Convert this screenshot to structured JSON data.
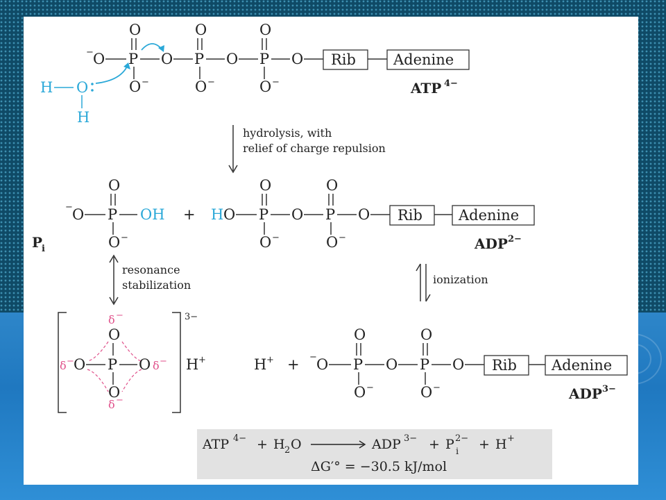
{
  "atp": {
    "o": "O",
    "p": "P",
    "o_minus": "O",
    "minus": "−",
    "rib": "Rib",
    "adenine": "Adenine",
    "label": "ATP",
    "label_charge": "4−",
    "water_h": "H",
    "water_o": "O"
  },
  "step1": {
    "line1": "hydrolysis, with",
    "line2": "relief of charge repulsion"
  },
  "pi": {
    "oh": "OH",
    "label": "P",
    "label_sub": "i",
    "plus": "+"
  },
  "adp2": {
    "h": "H",
    "label": "ADP",
    "label_charge": "2−"
  },
  "step2": {
    "line1": "resonance",
    "line2": "stabilization"
  },
  "step3": {
    "text": "ionization"
  },
  "resonance": {
    "delta": "δ",
    "minus": "−",
    "charge": "3−",
    "h_plus": "H",
    "plus_sup": "+"
  },
  "adp3": {
    "h_plus": "H",
    "plus": "+",
    "label": "ADP",
    "label_charge": "3−"
  },
  "equation": {
    "atp": "ATP",
    "atp_charge": "4−",
    "plus1": "+",
    "h2o_h": "H",
    "h2o_sub": "2",
    "h2o_o": "O",
    "adp": "ADP",
    "adp_charge": "3−",
    "plus2": "+",
    "pi": "P",
    "pi_sup": "2−",
    "pi_sub": "i",
    "plus3": "+",
    "h": "H",
    "h_sup": "+",
    "dg": "ΔG′° = −30.5 kJ/mol"
  },
  "colors": {
    "water": "#2aa8d8",
    "delta": "#e0508a",
    "background_dark": "#0f4a66",
    "background_blue": "#2e86c9"
  }
}
